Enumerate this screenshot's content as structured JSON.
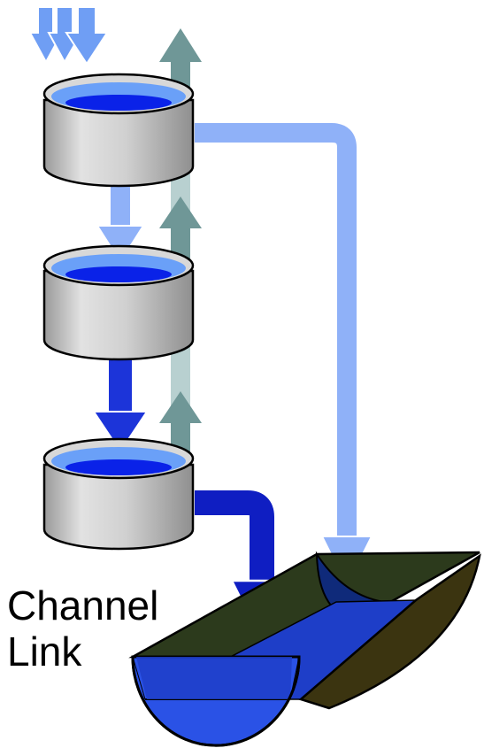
{
  "label": {
    "line1": "Channel",
    "line2": "Link"
  },
  "colors": {
    "precipitation": "#6f9ef4",
    "evaporation": "#6f9797",
    "evaporation_light": "#b8d0d0",
    "percolation_light": "#8fb1f8",
    "percolation_dark": "#1c34d9",
    "tank_body": "#c9c9c9",
    "tank_water": "#1f2fe6",
    "channel_outside": "#2c3a1c",
    "channel_inside": "#0f2a7a",
    "channel_water": "#1e3ec8",
    "channel_bottom": "#2a52e6"
  },
  "components": [
    "precipitation-arrows",
    "evaporation-arrows",
    "storage-tank-top",
    "storage-tank-middle",
    "storage-tank-bottom",
    "surface-runoff-pipe",
    "baseflow-pipe",
    "channel-trough"
  ]
}
